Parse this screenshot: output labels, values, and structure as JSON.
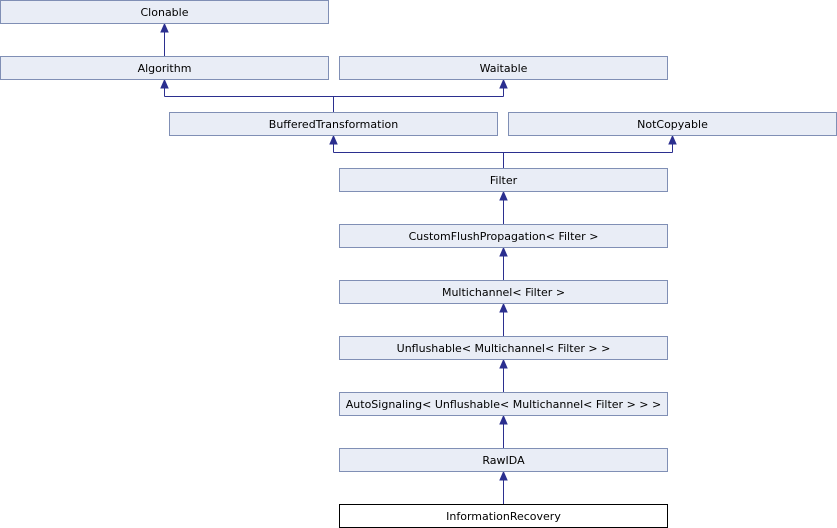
{
  "nodes": {
    "clonable": {
      "label": "Clonable"
    },
    "algorithm": {
      "label": "Algorithm"
    },
    "waitable": {
      "label": "Waitable"
    },
    "buffered_transformation": {
      "label": "BufferedTransformation"
    },
    "not_copyable": {
      "label": "NotCopyable"
    },
    "filter": {
      "label": "Filter"
    },
    "custom_flush_propagation": {
      "label": "CustomFlushPropagation< Filter >"
    },
    "multichannel": {
      "label": "Multichannel< Filter >"
    },
    "unflushable": {
      "label": "Unflushable< Multichannel< Filter > >"
    },
    "auto_signaling": {
      "label": "AutoSignaling< Unflushable< Multichannel< Filter > > >"
    },
    "raw_ida": {
      "label": "RawIDA"
    },
    "information_recovery": {
      "label": "InformationRecovery"
    }
  },
  "colors": {
    "node_fill": "#e9edf6",
    "node_border": "#808fb5",
    "current_fill": "#ffffff",
    "current_border": "#000000",
    "edge": "#2b2f8f"
  }
}
